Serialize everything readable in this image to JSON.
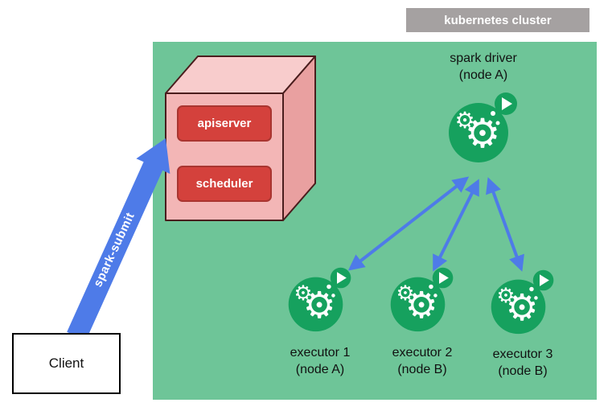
{
  "cluster_label": "kubernetes cluster",
  "control_plane": {
    "boxes": [
      {
        "label": "apiserver"
      },
      {
        "label": "scheduler"
      }
    ]
  },
  "driver": {
    "name": "spark driver",
    "node": "(node A)"
  },
  "executors": [
    {
      "name": "executor 1",
      "node": "(node A)"
    },
    {
      "name": "executor 2",
      "node": "(node B)"
    },
    {
      "name": "executor 3",
      "node": "(node B)"
    }
  ],
  "client_label": "Client",
  "spark_submit_label": "spark-submit",
  "icons": {
    "gear": "⚙"
  },
  "colors": {
    "cluster_bg": "#6ec598",
    "label_gray": "#a5a1a1",
    "icon_green": "#16a15e",
    "arrow_blue": "#4e7be8",
    "box_red": "#d4413c",
    "cube_front": "#f3b6b6",
    "cube_top": "#f8cccc",
    "cube_side": "#e9a0a0"
  }
}
